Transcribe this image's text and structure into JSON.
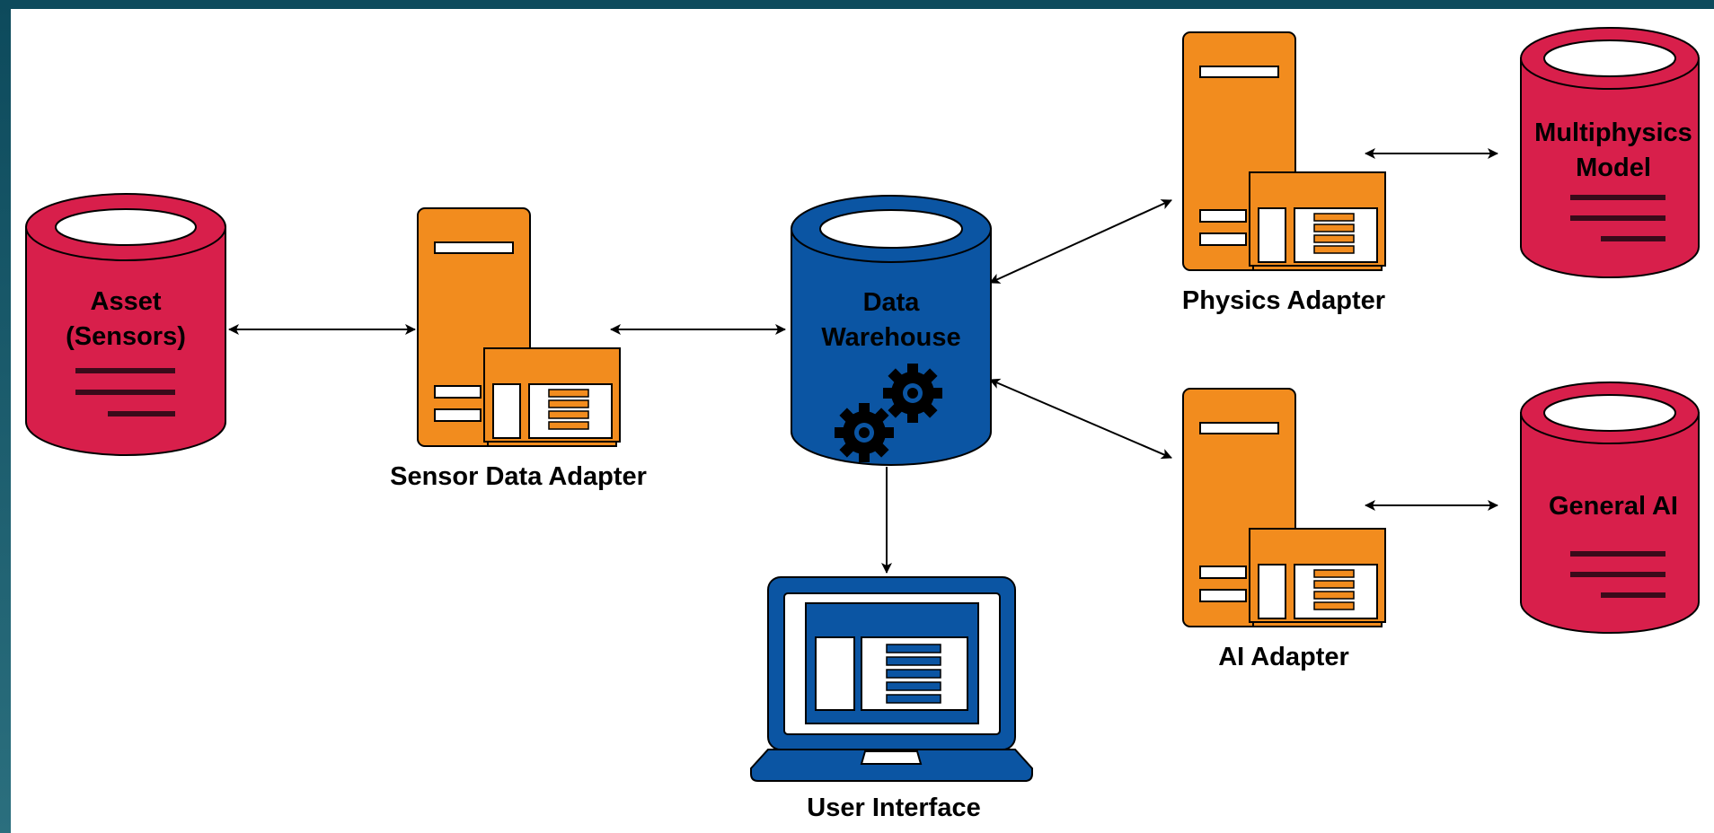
{
  "nodes": {
    "asset": {
      "label_lines": [
        "Asset",
        "(Sensors)"
      ]
    },
    "sensor_adapter": {
      "label": "Sensor Data Adapter"
    },
    "warehouse": {
      "label_lines": [
        "Data",
        "Warehouse"
      ]
    },
    "physics_adapter": {
      "label": "Physics Adapter"
    },
    "ai_adapter": {
      "label": "AI Adapter"
    },
    "multiphysics": {
      "label_lines": [
        "Multiphysics",
        "Model"
      ]
    },
    "general_ai": {
      "label": "General AI"
    },
    "user_interface": {
      "label": "User Interface"
    }
  },
  "colors": {
    "database_red": "#d81f4b",
    "server_orange": "#f28c1e",
    "warehouse_blue": "#0b55a3",
    "frame_teal": "#0d4a5c",
    "stroke": "#000000"
  },
  "connections": [
    {
      "from": "asset",
      "to": "sensor_adapter",
      "direction": "both"
    },
    {
      "from": "sensor_adapter",
      "to": "warehouse",
      "direction": "both"
    },
    {
      "from": "warehouse",
      "to": "physics_adapter",
      "direction": "both"
    },
    {
      "from": "warehouse",
      "to": "ai_adapter",
      "direction": "both"
    },
    {
      "from": "physics_adapter",
      "to": "multiphysics",
      "direction": "both"
    },
    {
      "from": "ai_adapter",
      "to": "general_ai",
      "direction": "both"
    },
    {
      "from": "warehouse",
      "to": "user_interface",
      "direction": "forward"
    }
  ]
}
